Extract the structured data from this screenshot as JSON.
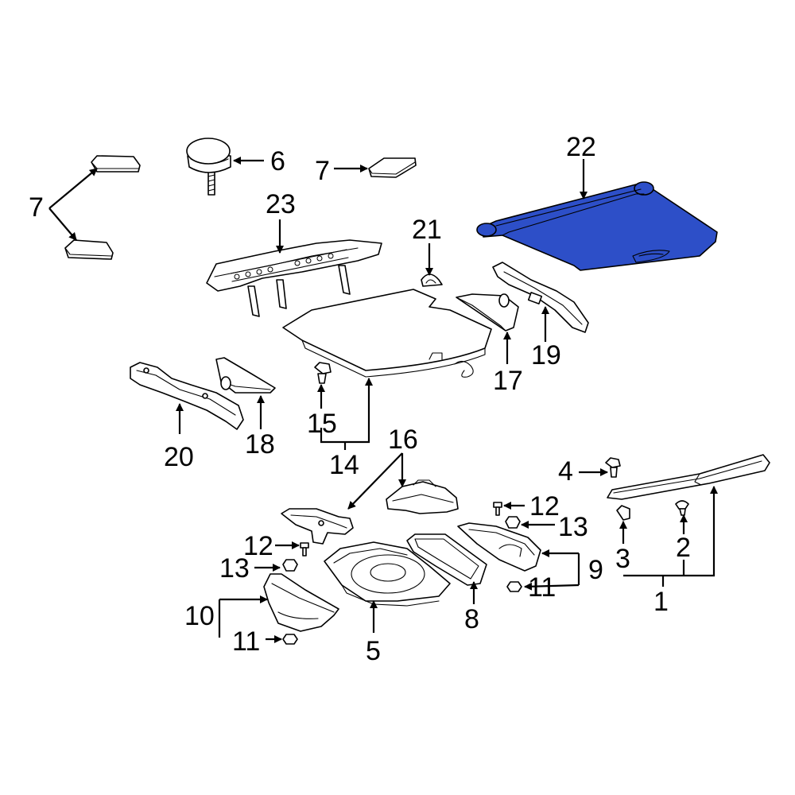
{
  "diagram": {
    "highlight_color": "#2d4fc8",
    "callouts": {
      "c1": "1",
      "c2": "2",
      "c3": "3",
      "c4": "4",
      "c5": "5",
      "c6": "6",
      "c7a": "7",
      "c7b": "7",
      "c8": "8",
      "c9": "9",
      "c10": "10",
      "c11a": "11",
      "c11b": "11",
      "c12a": "12",
      "c12b": "12",
      "c13a": "13",
      "c13b": "13",
      "c14": "14",
      "c15": "15",
      "c16": "16",
      "c17": "17",
      "c18": "18",
      "c19": "19",
      "c20": "20",
      "c21": "21",
      "c22": "22",
      "c23": "23"
    }
  }
}
